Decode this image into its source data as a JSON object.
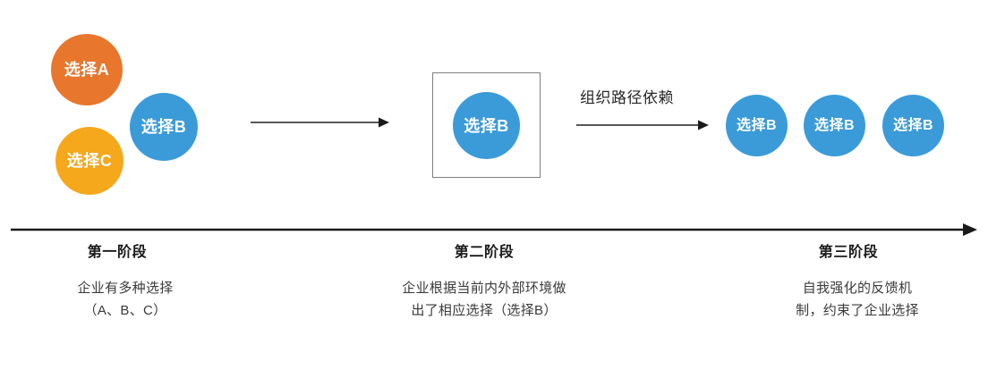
{
  "diagram": {
    "title_hidden": "",
    "colors": {
      "orange": "#E8762C",
      "amber": "#F5A81C",
      "blue": "#3B9BD9",
      "line": "#3f3f3f",
      "box_border": "#7f7f7f",
      "background": "#ffffff",
      "text_dark": "#1a1a1a",
      "text_body": "#3a3a3a"
    },
    "stage1": {
      "circles": [
        {
          "label": "选择A",
          "color": "orange"
        },
        {
          "label": "选择C",
          "color": "amber"
        },
        {
          "label": "选择B",
          "color": "blue"
        }
      ],
      "title": "第一阶段",
      "desc_line1": "企业有多种选择",
      "desc_line2": "（A、B、C）"
    },
    "stage2": {
      "boxed_circle": {
        "label": "选择B",
        "color": "blue"
      },
      "title": "第二阶段",
      "desc_line1": "企业根据当前内外部环境做",
      "desc_line2": "出了相应选择（选择B）"
    },
    "stage3": {
      "circles": [
        {
          "label": "选择B",
          "color": "blue"
        },
        {
          "label": "选择B",
          "color": "blue"
        },
        {
          "label": "选择B",
          "color": "blue"
        }
      ],
      "title": "第三阶段",
      "desc_line1": "自我强化的反馈机",
      "desc_line2": "制，约束了企业选择"
    },
    "arrows": {
      "arrow1_label": "",
      "arrow2_label": "组织路径依赖"
    }
  }
}
